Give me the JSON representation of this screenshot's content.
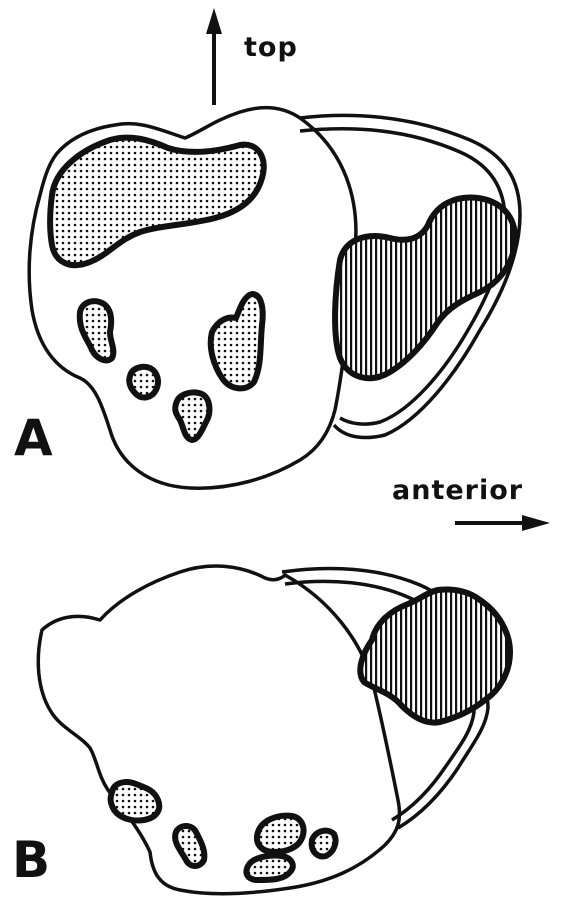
{
  "labels": {
    "top": "top",
    "anterior": "anterior",
    "panel_a": "A",
    "panel_b": "B"
  },
  "colors": {
    "ink": "#111111",
    "background": "#ffffff"
  }
}
